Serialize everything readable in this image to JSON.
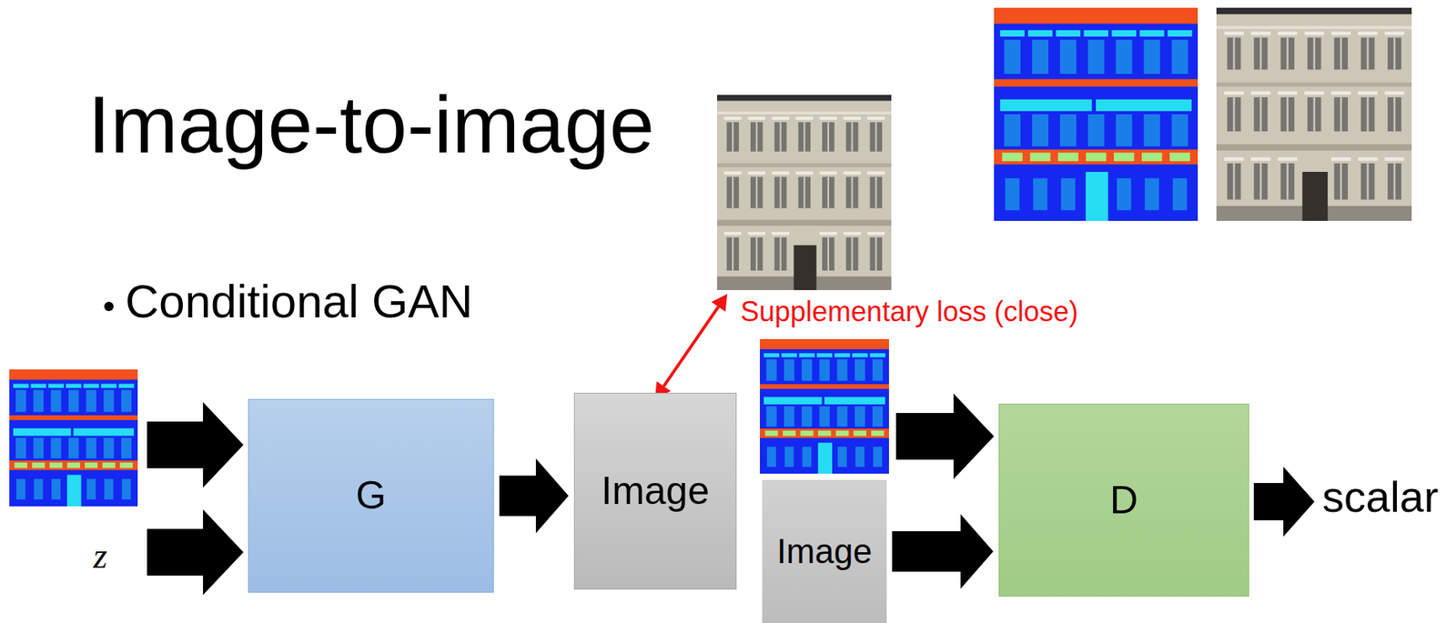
{
  "diagram": {
    "title": "Image-to-image",
    "nodes": [
      {
        "text": [
          "G"
        ]
      },
      {
        "text": [
          "Image"
        ]
      },
      {
        "text": [
          "Image"
        ]
      },
      {
        "text": [
          "D"
        ]
      }
    ],
    "edges": [
      {
        "from": 0,
        "to": 1,
        "arrow": "to"
      },
      {
        "from": 2,
        "to": 3,
        "arrow": "to"
      }
    ],
    "labels": [
      "Conditional GAN",
      "Supplementary loss (close)",
      "z",
      "scalar"
    ]
  }
}
